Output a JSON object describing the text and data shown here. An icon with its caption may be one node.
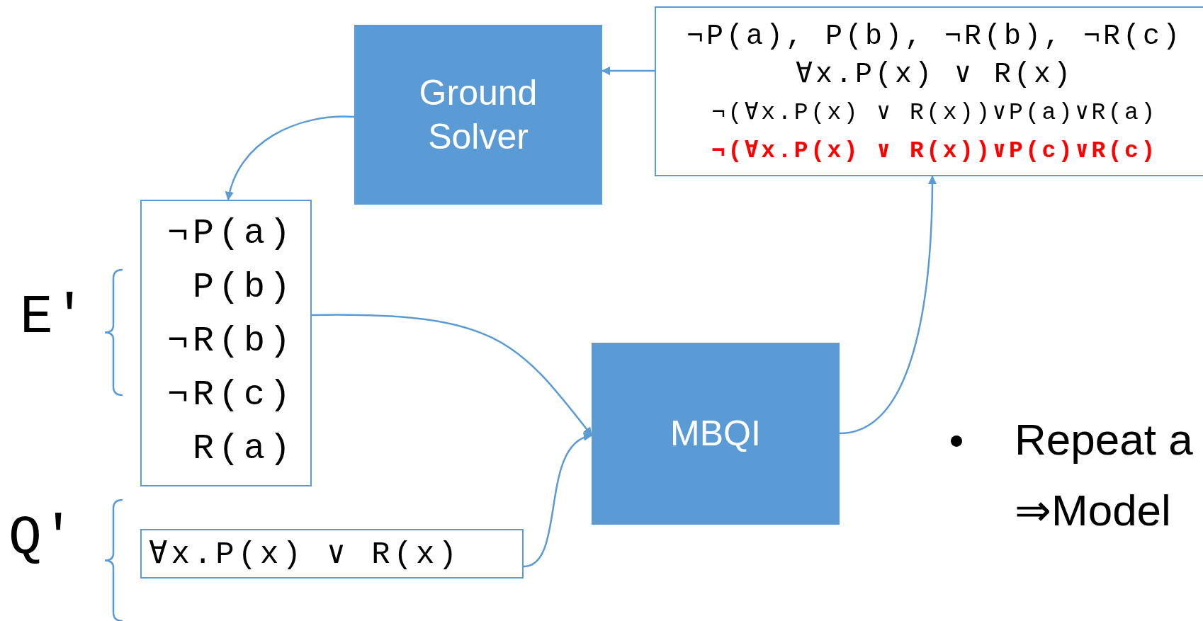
{
  "diagram": {
    "nodes": [
      {
        "text": [
          "Ground Solver"
        ]
      },
      {
        "text": [
          "¬P(a), P(b), ¬R(b), ¬R(c)",
          "∀x.P(x) ∨ R(x)",
          "¬(∀x.P(x) ∨ R(x))∨P(a)∨R(a)",
          "¬(∀x.P(x) ∨ R(x))∨P(c)∨R(c)"
        ]
      },
      {
        "text": [
          "¬P(a)",
          "P(b)",
          "¬R(b)",
          "¬R(c)",
          "R(a)"
        ]
      },
      {
        "text": [
          "MBQI"
        ]
      },
      {
        "text": [
          "∀x.P(x) ∨ R(x)"
        ]
      }
    ],
    "edges": [
      {
        "from": 1,
        "to": 0,
        "arrow": "to"
      },
      {
        "from": 0,
        "to": 2,
        "arrow": "to"
      },
      {
        "from": 2,
        "to": 3,
        "arrow": "to"
      },
      {
        "from": 4,
        "to": 3,
        "arrow": "to"
      },
      {
        "from": 3,
        "to": 1,
        "arrow": "to"
      }
    ],
    "labels": [
      "E′",
      "Q′",
      "Repeat a",
      "⇒Model"
    ]
  }
}
